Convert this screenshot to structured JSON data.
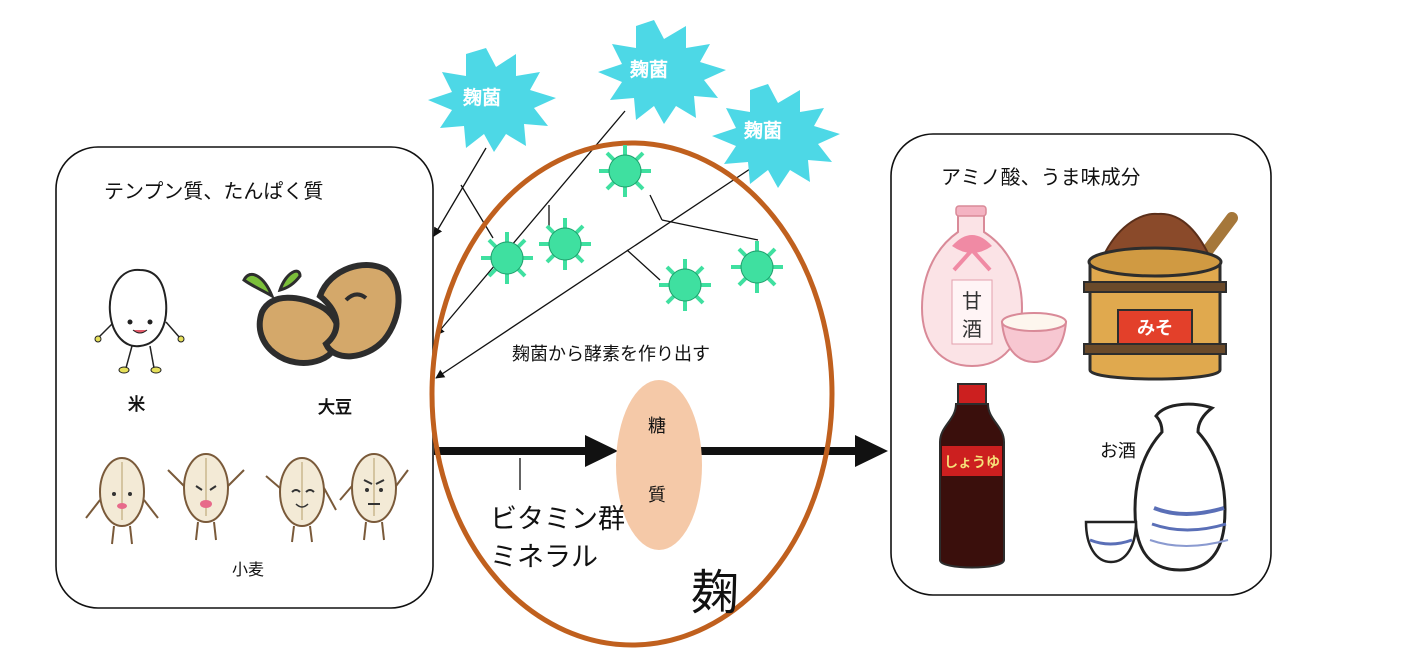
{
  "bursts": [
    "麹菌",
    "麹菌",
    "麹菌"
  ],
  "left_panel": {
    "title": "テンプン質、たんぱく質",
    "rice": "米",
    "soybean": "大豆",
    "wheat": "小麦"
  },
  "center": {
    "enzyme_text": "麹菌から酵素を作り出す",
    "sugar_char1": "糖",
    "sugar_char2": "質",
    "vitamin_text": "ビタミン群",
    "mineral_text": "ミネラル",
    "koji_char": "麹"
  },
  "right_panel": {
    "title": "アミノ酸、うま味成分",
    "amazake_char1": "甘",
    "amazake_char2": "酒",
    "miso_label": "みそ",
    "soy_sauce_label": "しょうゆ",
    "sake_label": "お酒"
  },
  "colors": {
    "burst": "#4DD8E6",
    "spore": "#3FE0A0",
    "ellipse": "#C0601E",
    "sugar": "#F5C9A8"
  }
}
